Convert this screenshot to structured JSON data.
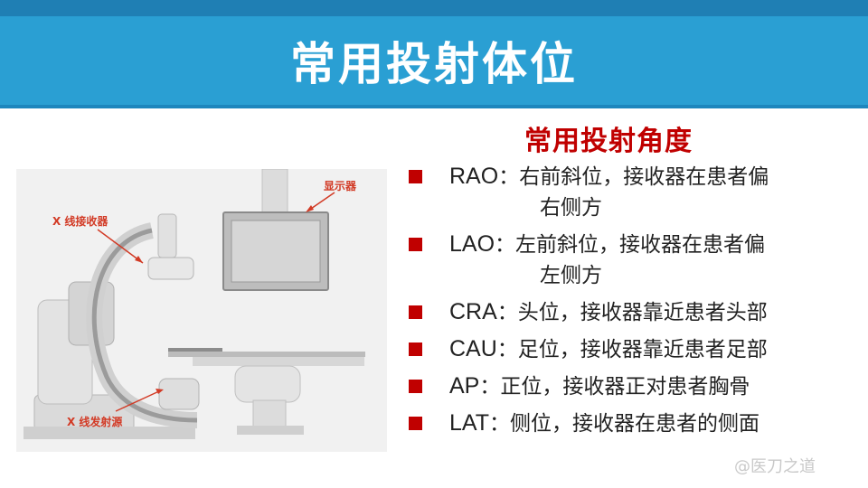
{
  "slide": {
    "title": "常用投射体位",
    "subtitle": "常用投射角度"
  },
  "figure": {
    "label_receiver": "X 线接收器",
    "label_display": "显示器",
    "label_source": "X 线发射源"
  },
  "items": [
    {
      "code": "RAO",
      "text": "：右前斜位，接收器在患者偏",
      "cont": "右侧方"
    },
    {
      "code": "LAO",
      "text": "：左前斜位，接收器在患者偏",
      "cont": "左侧方"
    },
    {
      "code": "CRA",
      "text": "：头位，接收器靠近患者头部"
    },
    {
      "code": "CAU",
      "text": "：足位，接收器靠近患者足部"
    },
    {
      "code": "AP",
      "text": "：正位，接收器正对患者胸骨"
    },
    {
      "code": "LAT",
      "text": "：侧位，接收器在患者的侧面"
    }
  ],
  "watermark": "@医刀之道",
  "colors": {
    "header": "#2a9fd3",
    "accent": "#c00000",
    "figure_label": "#d23a25"
  }
}
